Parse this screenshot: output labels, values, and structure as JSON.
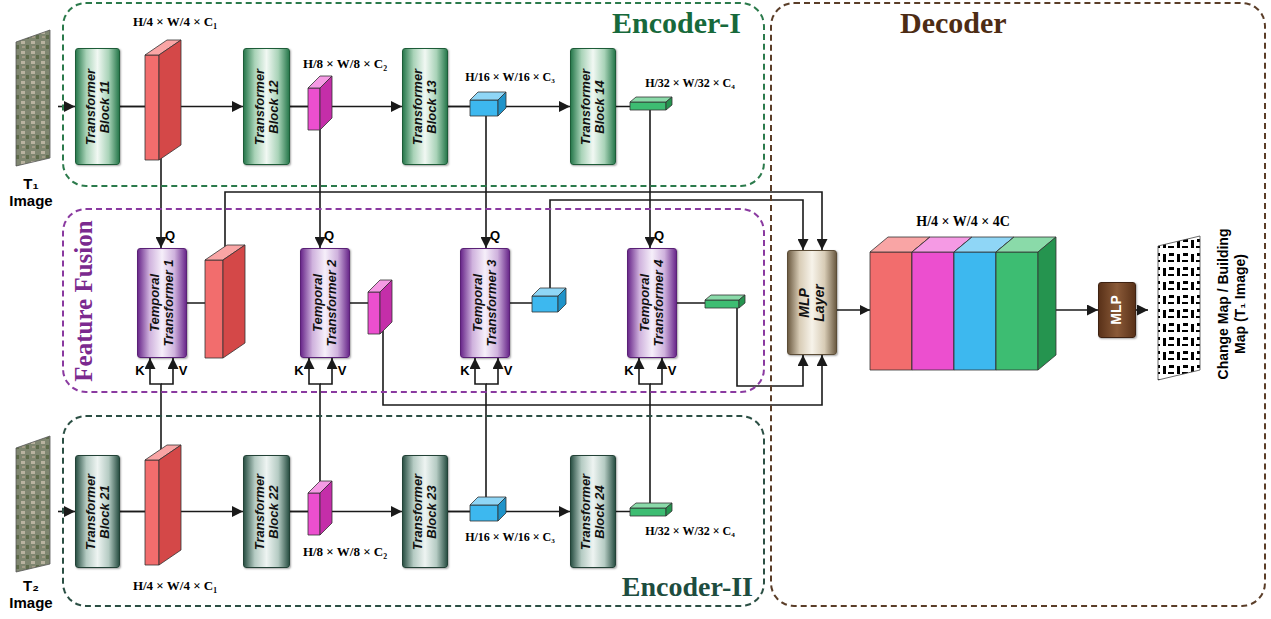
{
  "diagram": {
    "nodes": [
      {
        "text": [
          "T₁ Image"
        ]
      },
      {
        "text": [
          "Encoder-I"
        ]
      },
      {
        "text": [
          "Transformer Block 11"
        ],
        "in": 1
      },
      {
        "text": [
          "Transformer Block 12"
        ],
        "in": 1
      },
      {
        "text": [
          "Transformer Block 13"
        ],
        "in": 1
      },
      {
        "text": [
          "Transformer Block 14"
        ],
        "in": 1
      },
      {
        "text": [
          "Feature Fusion"
        ]
      },
      {
        "text": [
          "Temporal Transformer 1"
        ],
        "in": 6
      },
      {
        "text": [
          "Temporal Transformer 2"
        ],
        "in": 6
      },
      {
        "text": [
          "Temporal Transformer 3"
        ],
        "in": 6
      },
      {
        "text": [
          "Temporal Transformer 4"
        ],
        "in": 6
      },
      {
        "text": [
          "T₂ Image"
        ]
      },
      {
        "text": [
          "Encoder-II"
        ]
      },
      {
        "text": [
          "Transformer Block 21"
        ],
        "in": 12
      },
      {
        "text": [
          "Transformer Block 22"
        ],
        "in": 12
      },
      {
        "text": [
          "Transformer Block 23"
        ],
        "in": 12
      },
      {
        "text": [
          "Transformer Block 24"
        ],
        "in": 12
      },
      {
        "text": [
          "Decoder"
        ]
      },
      {
        "text": [
          "MLP Layer"
        ],
        "in": 17
      },
      {
        "text": [
          "MLP"
        ],
        "in": 17
      },
      {
        "text": [
          "Change Map / Building Map (T₁ Image)"
        ],
        "in": 17
      }
    ],
    "edges": [
      {
        "from": 0,
        "to": 2,
        "arrow": "to"
      },
      {
        "from": 2,
        "to": 3,
        "arrow": "to"
      },
      {
        "from": 3,
        "to": 4,
        "arrow": "to"
      },
      {
        "from": 4,
        "to": 5,
        "arrow": "to"
      },
      {
        "from": 2,
        "to": 7,
        "arrow": "to"
      },
      {
        "from": 3,
        "to": 8,
        "arrow": "to"
      },
      {
        "from": 4,
        "to": 9,
        "arrow": "to"
      },
      {
        "from": 5,
        "to": 10,
        "arrow": "to"
      },
      {
        "from": 11,
        "to": 13,
        "arrow": "to"
      },
      {
        "from": 13,
        "to": 14,
        "arrow": "to"
      },
      {
        "from": 14,
        "to": 15,
        "arrow": "to"
      },
      {
        "from": 15,
        "to": 16,
        "arrow": "to"
      },
      {
        "from": 13,
        "to": 7,
        "arrow": "to"
      },
      {
        "from": 14,
        "to": 8,
        "arrow": "to"
      },
      {
        "from": 15,
        "to": 9,
        "arrow": "to"
      },
      {
        "from": 16,
        "to": 10,
        "arrow": "to"
      },
      {
        "from": 7,
        "to": 18,
        "arrow": "to"
      },
      {
        "from": 8,
        "to": 18,
        "arrow": "to"
      },
      {
        "from": 9,
        "to": 18,
        "arrow": "to"
      },
      {
        "from": 10,
        "to": 18,
        "arrow": "to"
      },
      {
        "from": 18,
        "to": 19,
        "arrow": "to"
      },
      {
        "from": 19,
        "to": 20,
        "arrow": "to"
      }
    ],
    "labels": [
      "H/4 × W/4 × C₁",
      "H/8 × W/8 × C₂",
      "H/16 × W/16 × C₃",
      "H/32 × W/32 × C₄",
      "Q",
      "Q",
      "Q",
      "Q",
      "K",
      "V",
      "K",
      "V",
      "K",
      "V",
      "K",
      "V",
      "H/4 × W/4 × C₁",
      "H/8 × W/8 × C₂",
      "H/16 × W/16 × C₃",
      "H/32 × W/32 × C₄",
      "H/4 × W/4 × 4C"
    ]
  }
}
